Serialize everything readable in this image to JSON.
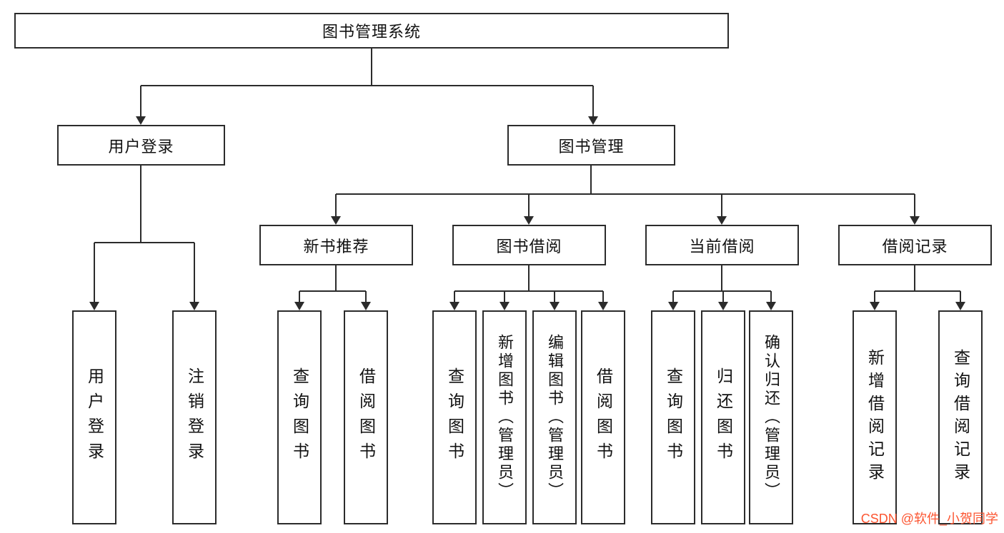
{
  "colors": {
    "border": "#2b2b2b",
    "line": "#2b2b2b",
    "watermark": "#fc5531"
  },
  "watermark": "CSDN @软件_小贺同学",
  "tree": {
    "root": "图书管理系统",
    "branches": [
      {
        "label": "用户登录",
        "children": [
          "用户登录",
          "注销登录"
        ]
      },
      {
        "label": "图书管理",
        "groups": [
          {
            "label": "新书推荐",
            "children": [
              "查询图书",
              "借阅图书"
            ]
          },
          {
            "label": "图书借阅",
            "children": [
              "查询图书",
              "新增图书（管理员）",
              "编辑图书（管理员）",
              "借阅图书"
            ]
          },
          {
            "label": "当前借阅",
            "children": [
              "查询图书",
              "归还图书",
              "确认归还（管理员）"
            ]
          },
          {
            "label": "借阅记录",
            "children": [
              "新增借阅记录",
              "查询借阅记录"
            ]
          }
        ]
      }
    ]
  }
}
